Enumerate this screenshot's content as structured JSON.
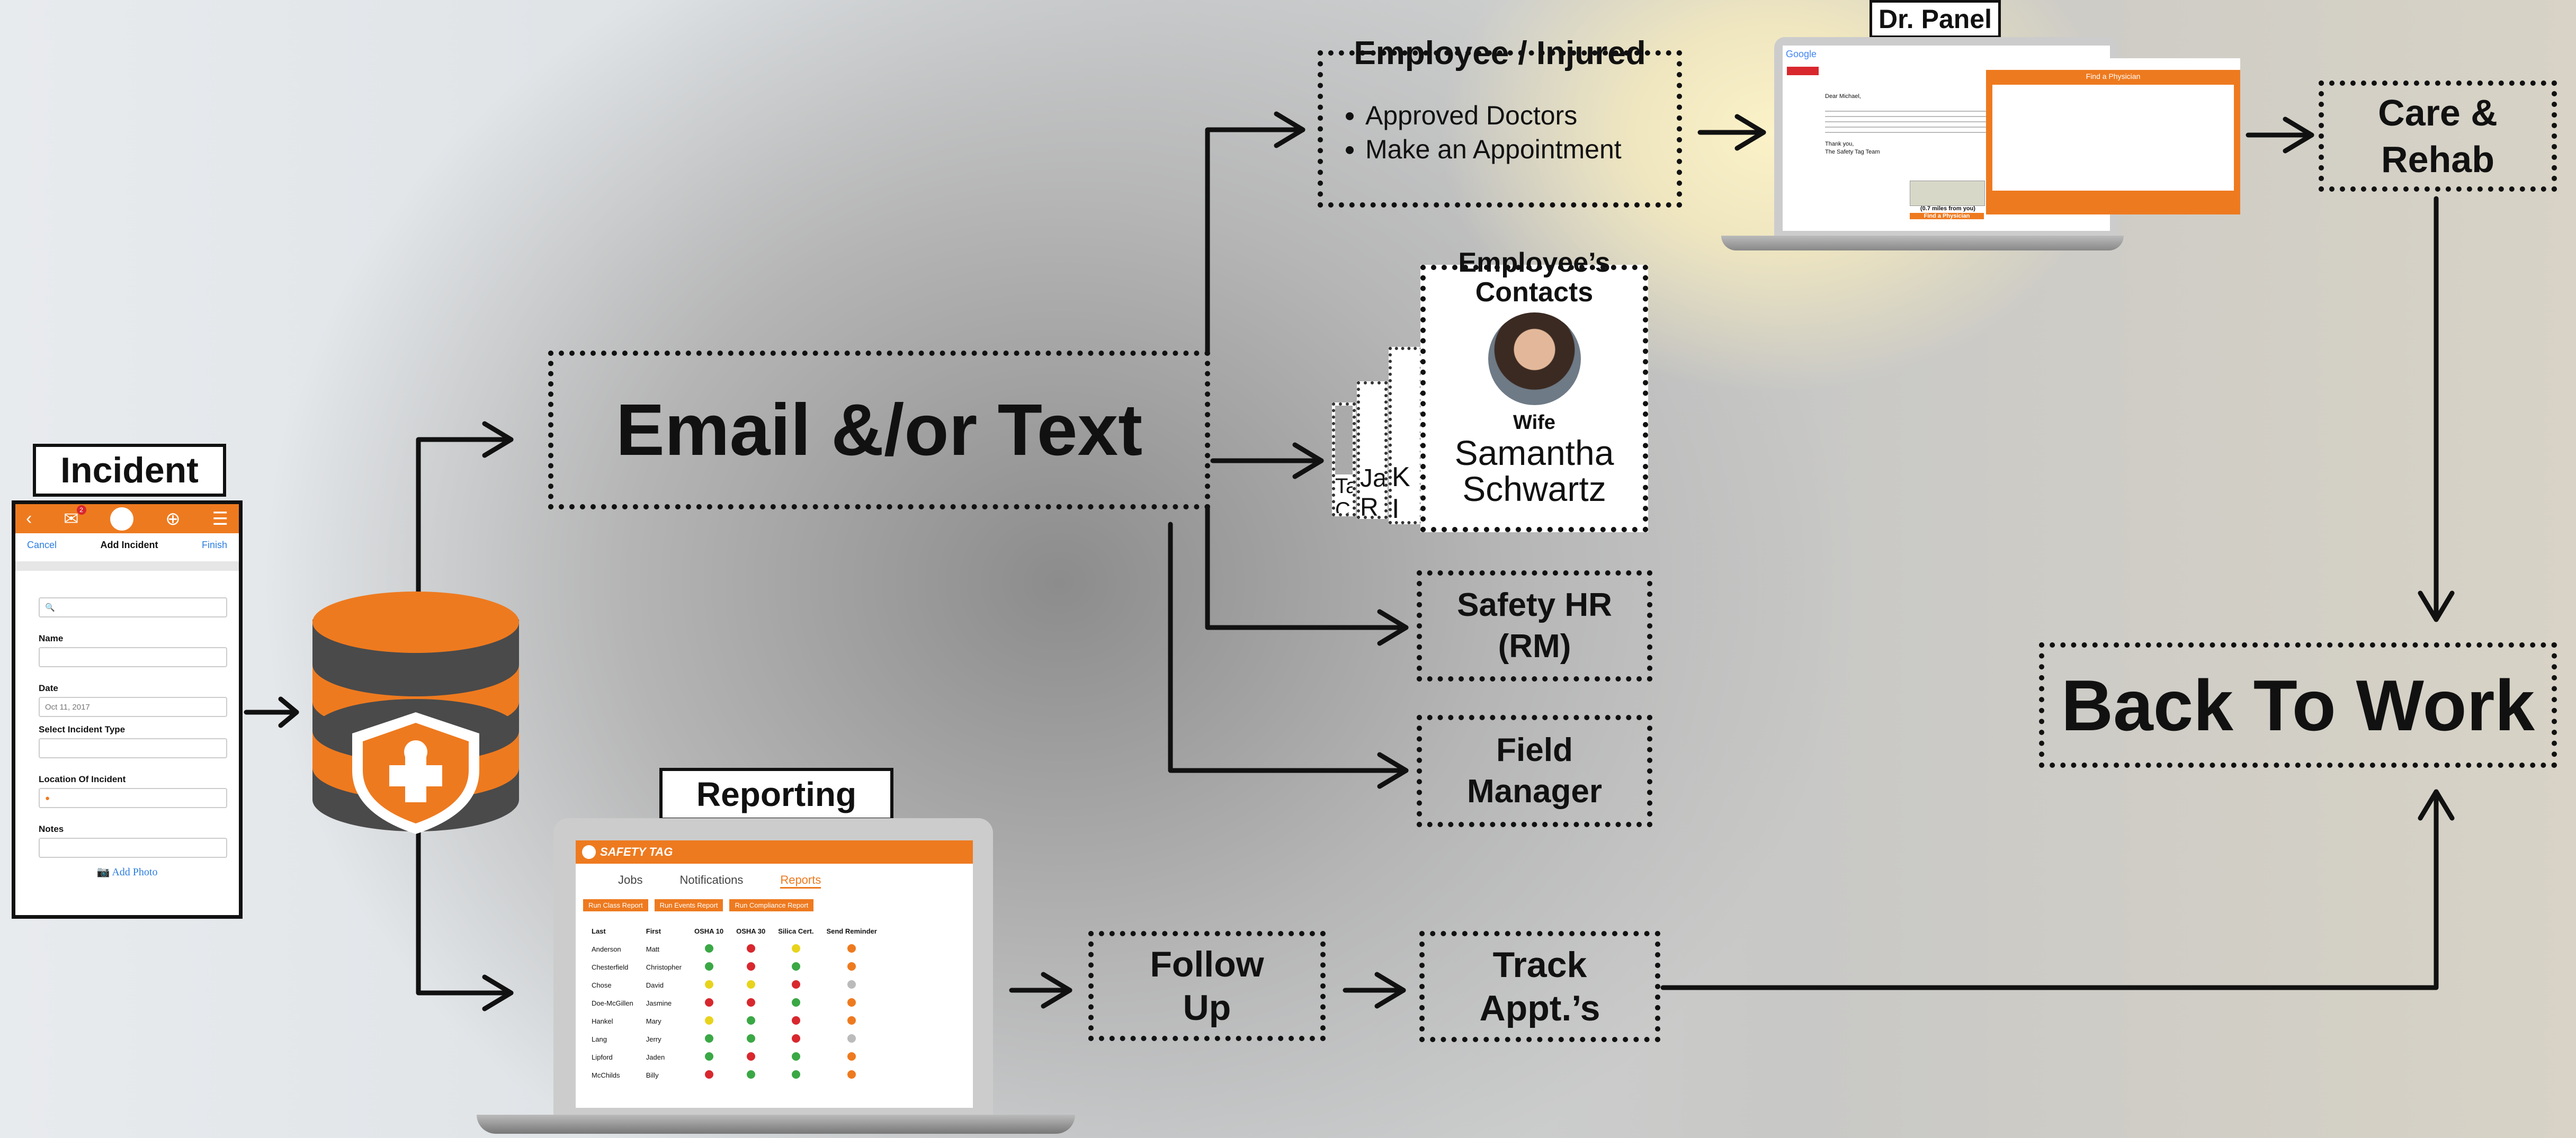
{
  "nodes": {
    "incident": "Incident",
    "reporting": "Reporting",
    "email_text": "Email &/or Text",
    "employee_injured": "Employee / Injured",
    "employee_injured_items": [
      "Approved Doctors",
      "Make an Appointment"
    ],
    "dr_panel": "Dr. Panel",
    "care_rehab": [
      "Care &",
      "Rehab"
    ],
    "contacts_title": [
      "Employee’s",
      "Contacts"
    ],
    "contact_relation": "Wife",
    "contact_name": [
      "Samantha",
      "Schwartz"
    ],
    "stacked_card_fragments": [
      "Ta",
      "C",
      "Ja",
      "R",
      "K",
      "I"
    ],
    "safety_hr": [
      "Safety HR",
      "(RM)"
    ],
    "field_manager": [
      "Field",
      "Manager"
    ],
    "follow_up": [
      "Follow",
      "Up"
    ],
    "track_appts": [
      "Track",
      "Appt.’s"
    ],
    "back_to_work": "Back To Work"
  },
  "phone": {
    "badge": "2",
    "cancel": "Cancel",
    "title": "Add Incident",
    "finish": "Finish",
    "fields": [
      {
        "label": "",
        "value": ""
      },
      {
        "label": "Name",
        "value": ""
      },
      {
        "label": "Date",
        "value": "Oct 11, 2017"
      },
      {
        "label": "Select Incident Type",
        "value": ""
      },
      {
        "label": "Location Of Incident",
        "value": ""
      },
      {
        "label": "Notes",
        "value": ""
      }
    ],
    "add_photo": "Add Photo"
  },
  "reporting_app": {
    "logo": "SAFETY TAG",
    "tabs": [
      "Jobs",
      "Notifications",
      "Reports"
    ],
    "buttons": [
      "Run Class Report",
      "Run Events Report",
      "Run Compliance Report"
    ],
    "columns": [
      "Last",
      "First",
      "OSHA 10",
      "OSHA 30",
      "Silica Cert.",
      "Send Reminder"
    ],
    "rows": [
      {
        "last": "Anderson",
        "first": "Matt",
        "s": [
          "green",
          "red",
          "yellow"
        ]
      },
      {
        "last": "Chesterfield",
        "first": "Christopher",
        "s": [
          "green",
          "red",
          "green"
        ]
      },
      {
        "last": "Chose",
        "first": "David",
        "s": [
          "yellow",
          "yellow",
          "red"
        ]
      },
      {
        "last": "Doe-McGillen",
        "first": "Jasmine",
        "s": [
          "red",
          "red",
          "green"
        ]
      },
      {
        "last": "Hankel",
        "first": "Mary",
        "s": [
          "yellow",
          "green",
          "red"
        ]
      },
      {
        "last": "Lang",
        "first": "Jerry",
        "s": [
          "green",
          "green",
          "red"
        ]
      },
      {
        "last": "Lipford",
        "first": "Jaden",
        "s": [
          "green",
          "red",
          "green"
        ]
      },
      {
        "last": "McChilds",
        "first": "Billy",
        "s": [
          "red",
          "green",
          "green"
        ]
      }
    ]
  },
  "dr_panel_screen": {
    "email_brand": "Google",
    "greeting": "Dear Michael,",
    "signoff": [
      "Thank you,",
      "The Safety Tag Team"
    ],
    "map_caption": "(0.7 miles from you)",
    "find_button": "Find a Physician",
    "panel_title": "Find a Physician"
  },
  "colors": {
    "orange": "#ee7a1f",
    "dark": "#4a4a4a",
    "green": "#3aa845",
    "red": "#d9272e",
    "yellow": "#e8d31c"
  }
}
